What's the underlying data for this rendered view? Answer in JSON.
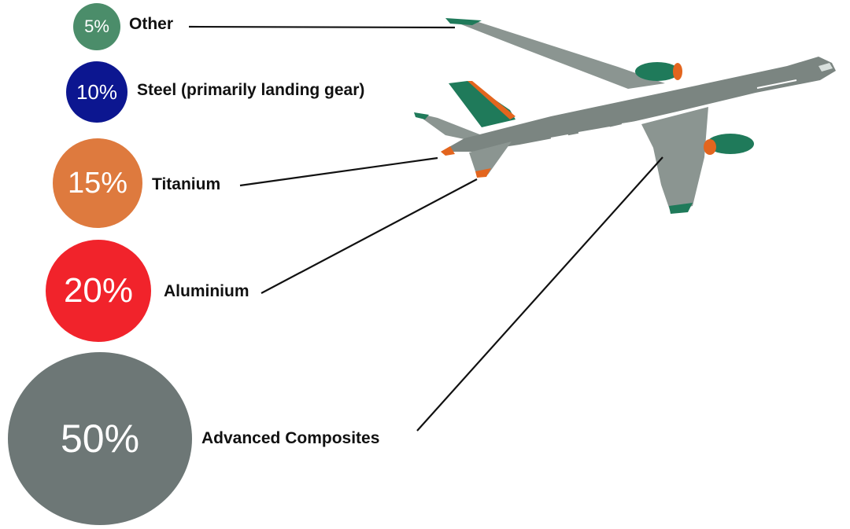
{
  "materials": [
    {
      "key": "other",
      "percent": "5%",
      "name": "Other",
      "value": 5,
      "color": "#4b8d6a"
    },
    {
      "key": "steel",
      "percent": "10%",
      "name": "Steel (primarily landing gear)",
      "value": 10,
      "color": "#0c1690"
    },
    {
      "key": "titanium",
      "percent": "15%",
      "name": "Titanium",
      "value": 15,
      "color": "#de7a3e"
    },
    {
      "key": "aluminium",
      "percent": "20%",
      "name": "Aluminium",
      "value": 20,
      "color": "#f1232b"
    },
    {
      "key": "composites",
      "percent": "50%",
      "name": "Advanced Composites",
      "value": 50,
      "color": "#6d7776"
    }
  ],
  "airplane": {
    "icon": "airplane-icon",
    "fuselage_color": "#7b8581",
    "wing_color": "#8b9591",
    "accent_color": "#1f7a5a",
    "trim_color": "#e3651e"
  }
}
